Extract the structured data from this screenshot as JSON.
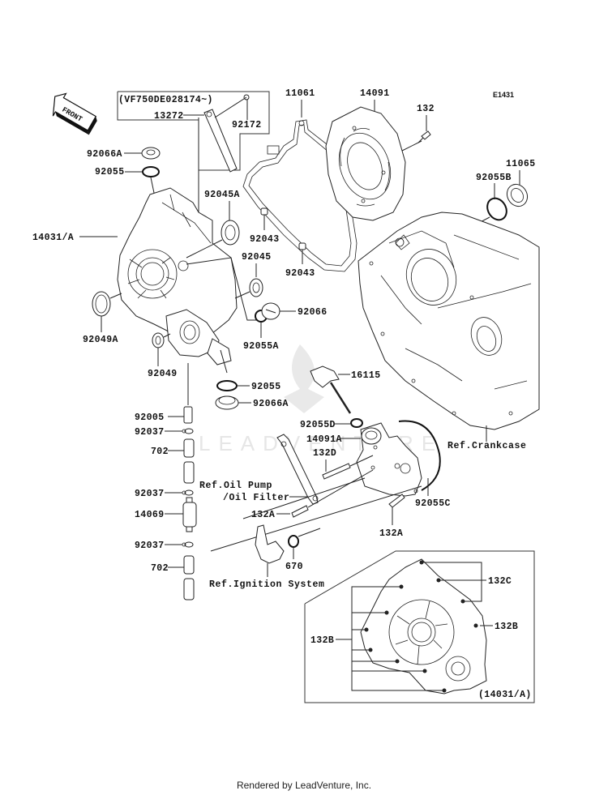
{
  "diagram": {
    "code": "E1431",
    "front_label": "FRONT",
    "serial_note": "(VF750DE028174~)",
    "parts": {
      "p13272": "13272",
      "p92172": "92172",
      "p92066A_top": "92066A",
      "p92055_top": "92055",
      "p14031A": "14031/A",
      "p92045A": "92045A",
      "p92045": "92045",
      "p92043_a": "92043",
      "p92043_b": "92043",
      "p92049A": "92049A",
      "p92049": "92049",
      "p92055A": "92055A",
      "p92066": "92066",
      "p92055_mid": "92055",
      "p92066A_mid": "92066A",
      "p16115": "16115",
      "p11061": "11061",
      "p14091": "14091",
      "p132": "132",
      "p92055B": "92055B",
      "p11065": "11065",
      "p92005": "92005",
      "p92037_a": "92037",
      "p702_a": "702",
      "p92037_b": "92037",
      "p14069": "14069",
      "p92037_c": "92037",
      "p702_b": "702",
      "p92055D": "92055D",
      "p14091A": "14091A",
      "p132D": "132D",
      "p132A_left": "132A",
      "p132A_right": "132A",
      "p92055C": "92055C",
      "p670": "670",
      "p132C": "132C",
      "p132B_right": "132B",
      "p132B_left": "132B",
      "p14031A_inset": "(14031/A)"
    },
    "refs": {
      "crankcase": "Ref.Crankcase",
      "oil_pump_1": "Ref.Oil Pump",
      "oil_pump_2": "/Oil Filter",
      "ignition": "Ref.Ignition System"
    },
    "watermark": "LEADVENTURE"
  },
  "footer": {
    "text": "Rendered by LeadVenture, Inc."
  }
}
